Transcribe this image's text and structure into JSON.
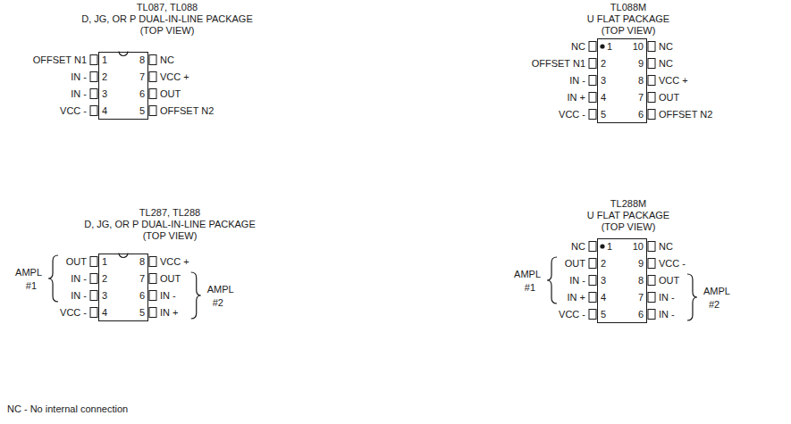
{
  "diagram": {
    "nodes": [
      {
        "text": [
          "TL087, TL088",
          "D, JG, OR P DUAL-IN-LINE PACKAGE",
          "(TOP VIEW)"
        ]
      },
      {
        "text": [
          "TL088M",
          "U FLAT PACKAGE",
          "(TOP VIEW)"
        ]
      },
      {
        "text": [
          "TL287, TL288",
          "D, JG, OR P DUAL-IN-LINE PACKAGE",
          "(TOP VIEW)"
        ]
      },
      {
        "text": [
          "TL288M",
          "U FLAT PACKAGE",
          "(TOP VIEW)"
        ]
      }
    ],
    "labels": [
      "OFFSET N1",
      "1",
      "IN -",
      "2",
      "IN -",
      "3",
      "VCC -",
      "4",
      "8",
      "NC",
      "7",
      "VCC +",
      "6",
      "OUT",
      "5",
      "OFFSET N2",
      "NC",
      "1",
      "OFFSET N1",
      "2",
      "IN -",
      "3",
      "IN +",
      "4",
      "VCC -",
      "5",
      "10",
      "NC",
      "9",
      "NC",
      "8",
      "VCC +",
      "7",
      "OUT",
      "6",
      "OFFSET N2",
      "AMPL",
      "#1",
      "OUT",
      "1",
      "IN -",
      "2",
      "IN -",
      "3",
      "VCC -",
      "4",
      "8",
      "VCC +",
      "7",
      "OUT",
      "6",
      "IN -",
      "5",
      "IN +",
      "AMPL",
      "#2",
      "AMPL",
      "#1",
      "NC",
      "1",
      "OUT",
      "2",
      "IN -",
      "3",
      "IN +",
      "4",
      "VCC -",
      "5",
      "10",
      "NC",
      "9",
      "VCC -",
      "8",
      "OUT",
      "7",
      "IN -",
      "6",
      "IN -",
      "AMPL",
      "#2",
      "NC - No internal connection"
    ]
  }
}
